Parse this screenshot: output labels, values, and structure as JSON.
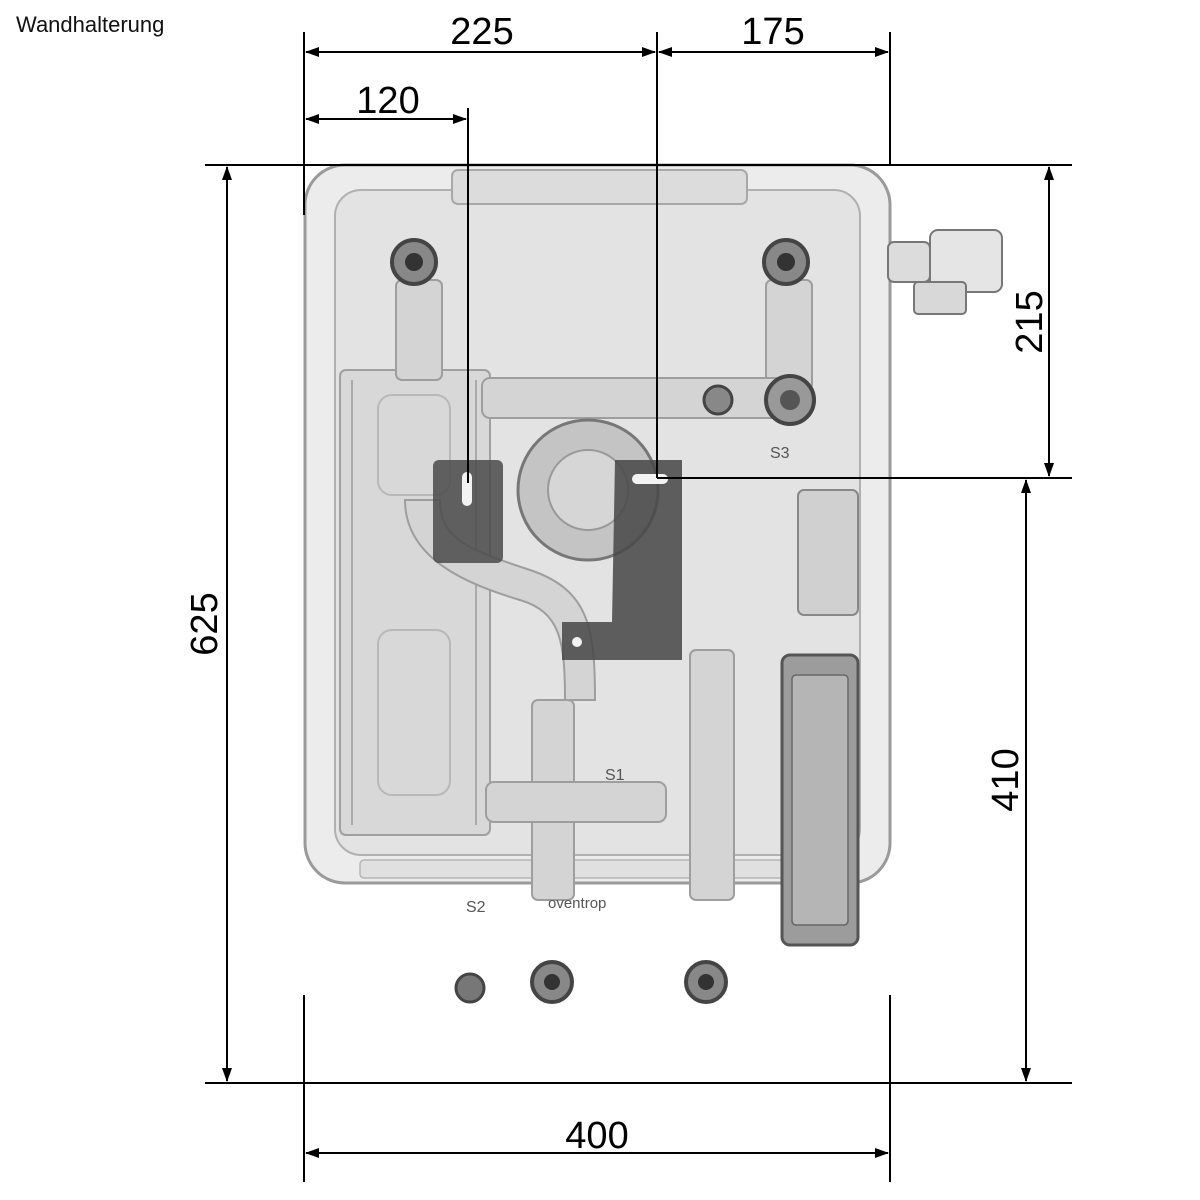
{
  "caption": "Wandhalterung",
  "dimensions": {
    "top_225": "225",
    "top_175": "175",
    "top_120": "120",
    "left_625": "625",
    "right_215": "215",
    "right_410": "410",
    "bottom_400": "400"
  },
  "unit_labels": {
    "s1": "S1",
    "s2": "S2",
    "s3": "S3",
    "brand": "oventrop"
  },
  "colors": {
    "line": "#000000",
    "housing_fill": "#e9e9e9",
    "housing_stroke": "#9a9a9a",
    "bracket": "#4a4a4a"
  }
}
